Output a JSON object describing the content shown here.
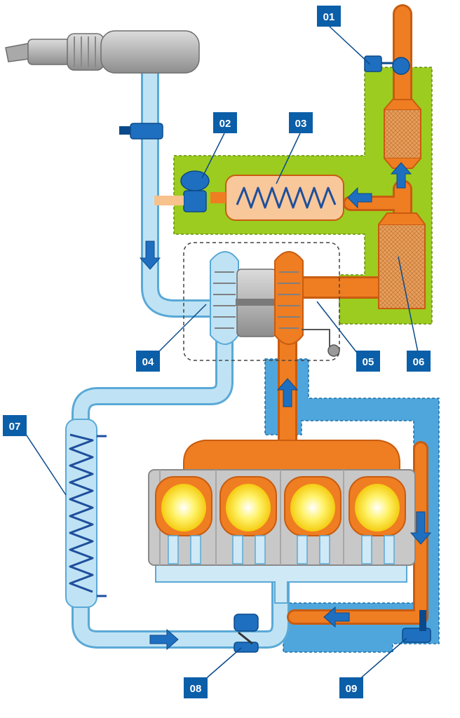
{
  "callouts": [
    {
      "id": "01",
      "label": "01"
    },
    {
      "id": "02",
      "label": "02"
    },
    {
      "id": "03",
      "label": "03"
    },
    {
      "id": "04",
      "label": "04"
    },
    {
      "id": "05",
      "label": "05"
    },
    {
      "id": "06",
      "label": "06"
    },
    {
      "id": "07",
      "label": "07"
    },
    {
      "id": "08",
      "label": "08"
    },
    {
      "id": "09",
      "label": "09"
    }
  ],
  "colors": {
    "intake_air": "#bfe3f5",
    "intake_air_outline": "#5aa9d6",
    "exhaust": "#ef7d22",
    "exhaust_dark": "#c85c10",
    "egr_zone": "#9ccc1f",
    "callout_box": "#0b5ea8",
    "coolant_zone": "#4fa6dc",
    "cylinder_glow": "#ffe94a",
    "engine_block": "#c8c8c8",
    "flow_arrow": "#1f6fc0"
  },
  "icons": {
    "exhaust_tip": "exhaust-tailpipe-icon",
    "sensor": "sensor-icon",
    "pump": "pump-icon",
    "valve": "valve-icon"
  }
}
